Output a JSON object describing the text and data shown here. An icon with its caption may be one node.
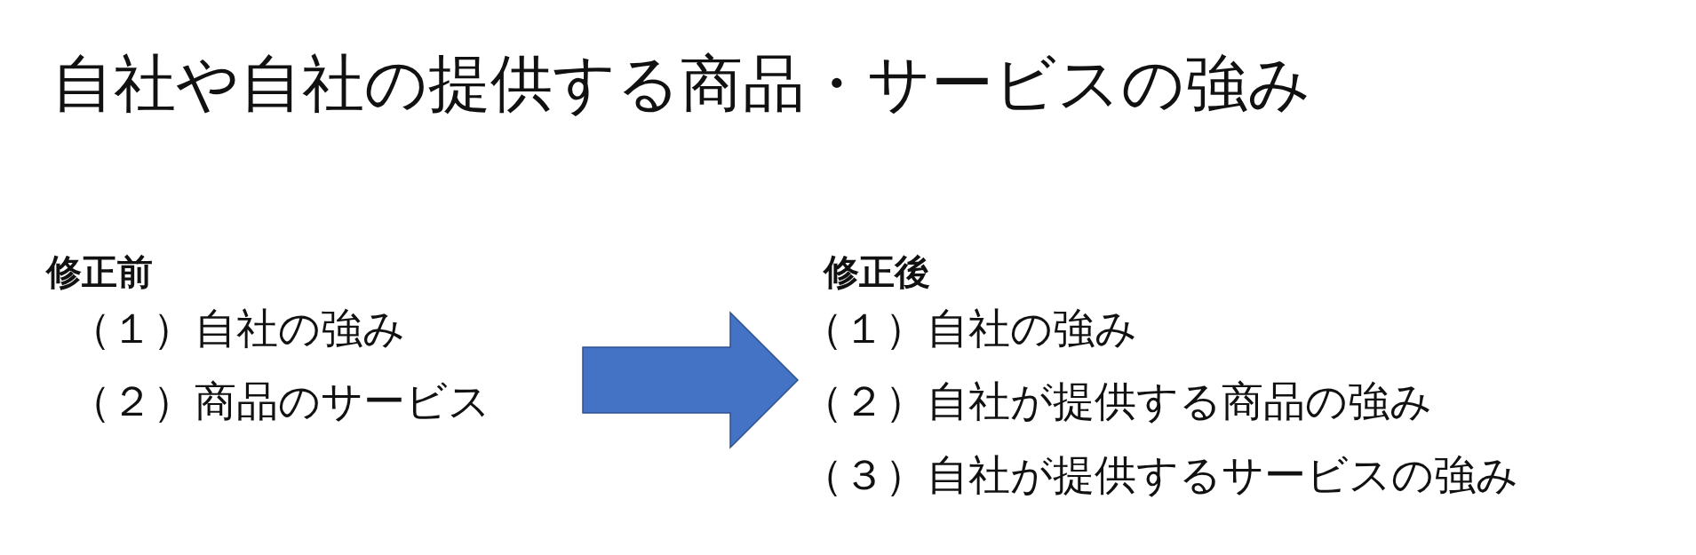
{
  "diagram": {
    "title": "自社や自社の提供する商品・サービスの強み",
    "nodes": [
      {
        "text": [
          "修正前",
          "（１）自社の強み",
          "（２）商品のサービス"
        ]
      },
      {
        "text": [
          "修正後",
          "（１）自社の強み",
          "（２）自社が提供する商品の強み",
          "（３）自社が提供するサービスの強み"
        ]
      }
    ],
    "edges": [
      {
        "from": 0,
        "to": 1,
        "arrow": "to"
      }
    ]
  }
}
